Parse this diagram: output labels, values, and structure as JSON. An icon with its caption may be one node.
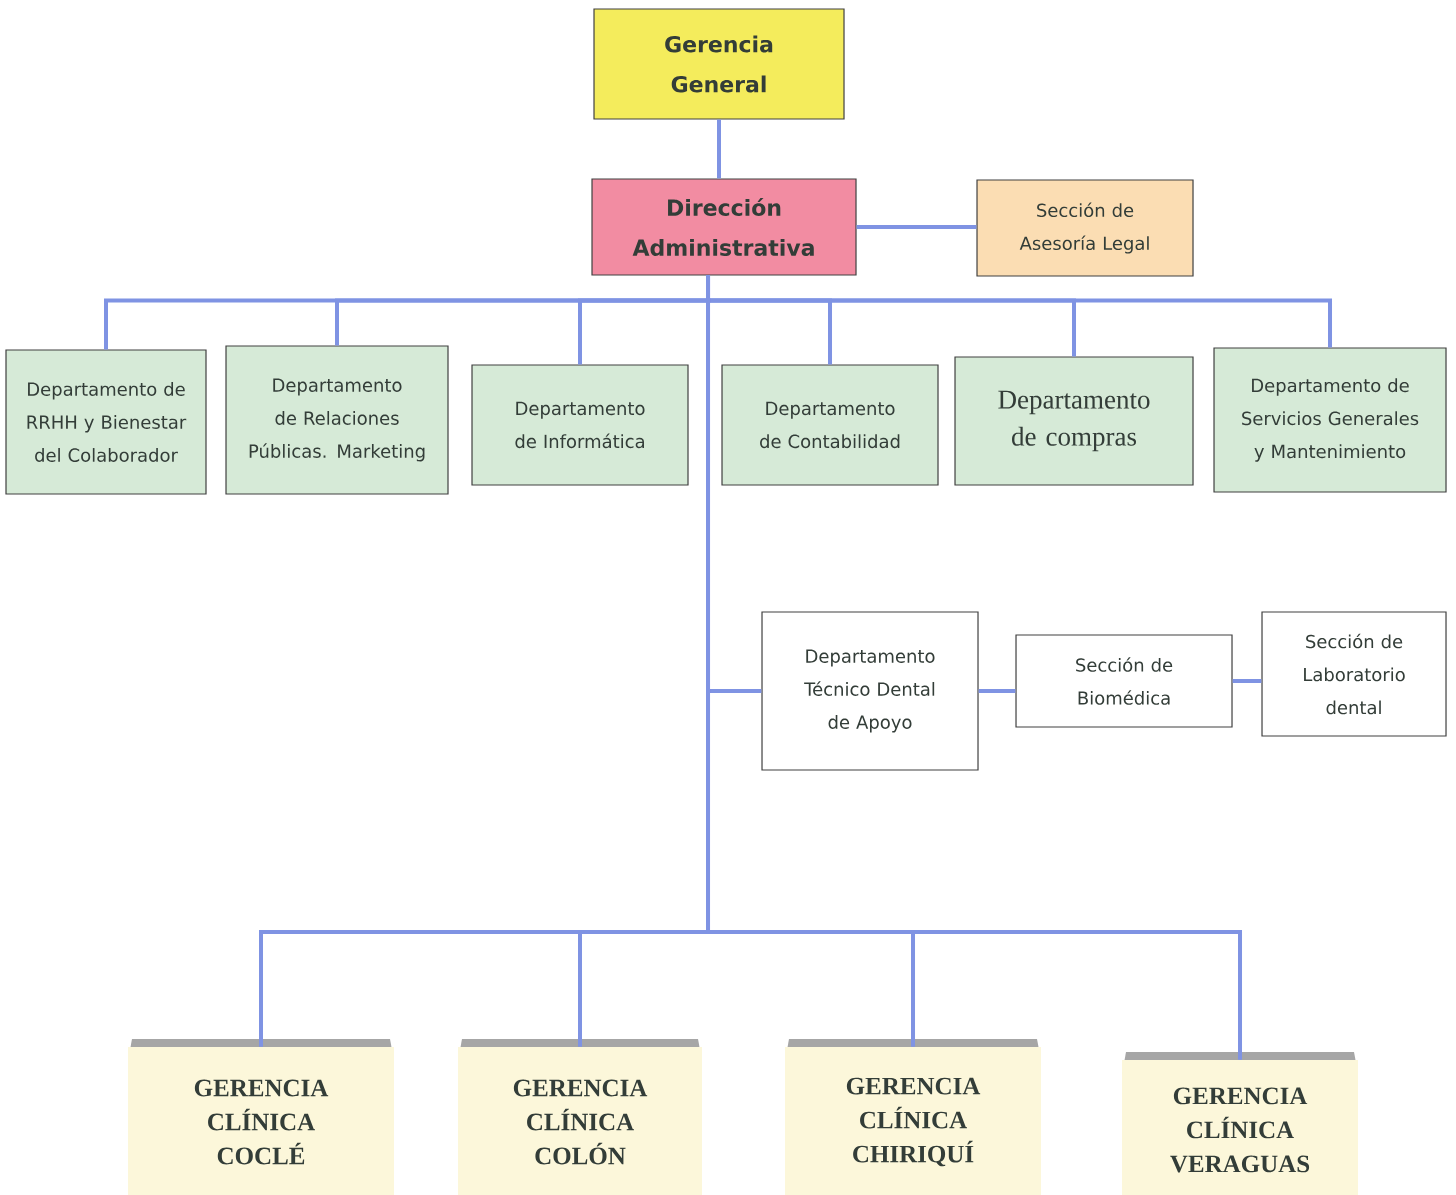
{
  "diagram": {
    "nodes": [
      {
        "text": [
          "Gerencia General"
        ]
      },
      {
        "text": [
          "Dirección Administrativa"
        ]
      },
      {
        "text": [
          "Sección de Asesoría Legal"
        ]
      },
      {
        "text": [
          "Departamento de RRHH y Bienestar del Colaborador"
        ]
      },
      {
        "text": [
          "Departamento de Relaciones Públicas. Marketing"
        ]
      },
      {
        "text": [
          "Departamento de Informática"
        ]
      },
      {
        "text": [
          "Departamento de Contabilidad"
        ]
      },
      {
        "text": [
          "Departamento de compras"
        ]
      },
      {
        "text": [
          "Departamento de Servicios Generales y Mantenimiento"
        ]
      },
      {
        "text": [
          "Departamento Técnico Dental de Apoyo"
        ]
      },
      {
        "text": [
          "Sección de Biomédica"
        ]
      },
      {
        "text": [
          "Sección de Laboratorio dental"
        ]
      },
      {
        "text": [
          "GERENCIA CLÍNICA COCLÉ"
        ]
      },
      {
        "text": [
          "GERENCIA CLÍNICA COLÓN"
        ]
      },
      {
        "text": [
          "GERENCIA CLÍNICA CHIRIQUÍ"
        ]
      },
      {
        "text": [
          "GERENCIA CLÍNICA VERAGUAS"
        ]
      }
    ],
    "edges": [
      {
        "from": 0,
        "to": 1,
        "arrow": "none"
      },
      {
        "from": 1,
        "to": 2,
        "arrow": "none"
      },
      {
        "from": 1,
        "to": 3,
        "arrow": "none"
      },
      {
        "from": 1,
        "to": 4,
        "arrow": "none"
      },
      {
        "from": 1,
        "to": 5,
        "arrow": "none"
      },
      {
        "from": 1,
        "to": 6,
        "arrow": "none"
      },
      {
        "from": 1,
        "to": 7,
        "arrow": "none"
      },
      {
        "from": 1,
        "to": 8,
        "arrow": "none"
      },
      {
        "from": 1,
        "to": 9,
        "arrow": "none"
      },
      {
        "from": 9,
        "to": 10,
        "arrow": "none"
      },
      {
        "from": 10,
        "to": 11,
        "arrow": "none"
      },
      {
        "from": 1,
        "to": 12,
        "arrow": "none"
      },
      {
        "from": 1,
        "to": 13,
        "arrow": "none"
      },
      {
        "from": 1,
        "to": 14,
        "arrow": "none"
      },
      {
        "from": 1,
        "to": 15,
        "arrow": "none"
      }
    ]
  }
}
